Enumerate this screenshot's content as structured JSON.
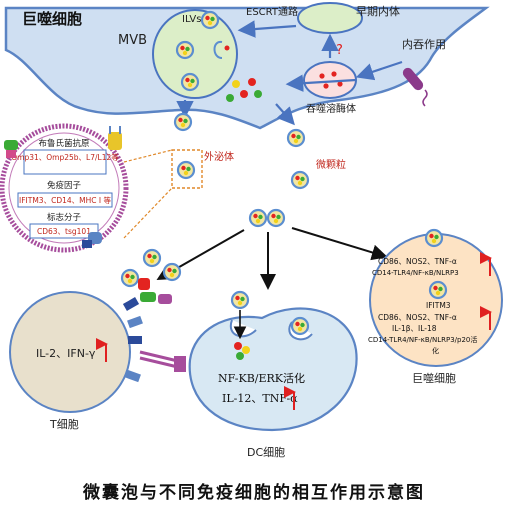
{
  "macrophage_top": {
    "title": "巨噬细胞",
    "mvb": "MVB",
    "ilvs": "ILVs",
    "escrt": "ESCRT通路",
    "early_endosome": "早期内体",
    "question": "?",
    "endocytosis": "内吞作用",
    "phagolysosome": "吞噬溶酶体",
    "exosome": "外泌体",
    "microparticle": "微颗粒"
  },
  "exosome_detail": {
    "brucella_title": "布鲁氏菌抗原",
    "brucella_items": "Omp31、Omp25b、L7/L12等",
    "immune_title": "免疫因子",
    "immune_items": "IFITM3、CD14、MHC I 等",
    "marker_title": "标志分子",
    "marker_items": "CD63、tsg101"
  },
  "t_cell": {
    "text": "IL-2、IFN-γ",
    "label": "T细胞"
  },
  "dc_cell": {
    "line1": "NF-KB/ERK活化",
    "line2": "IL-12、TNF-α",
    "label": "DC细胞"
  },
  "macrophage_right": {
    "block1_line1": "CD86、NOS2、TNF-α",
    "block1_line2": "CD14-TLR4/NF-κB/NLRP3",
    "ifitm3": "IFITM3",
    "block2_line1": "CD86、NOS2、TNF-α",
    "block2_line2": "IL-1β、IL-18",
    "block2_line3": "CD14-TLR4/NF-κB/NLRP3/p20活",
    "block2_line4": "化",
    "label": "巨噬细胞"
  },
  "caption": "微囊泡与不同免疫细胞的相互作用示意图",
  "colors": {
    "macrophage_fill": "#cfdff2",
    "cell_outline": "#5b84c4",
    "mvb_fill": "#dceec8",
    "tcell_fill": "#e8e0cc",
    "dc_fill": "#d8e8f3",
    "mac_right_fill": "#fde3c4",
    "arrow_blue": "#4a74c0",
    "up_arrow": "#e02020",
    "vesicle_ring": "#5b8ed0",
    "vesicle_fill": "#f3e6a0",
    "dot_red": "#e32420",
    "dot_green": "#3aaa35",
    "dot_yellow": "#f2d21a",
    "membrane": "#a64d9c",
    "brucella_text": "#c0261c"
  }
}
